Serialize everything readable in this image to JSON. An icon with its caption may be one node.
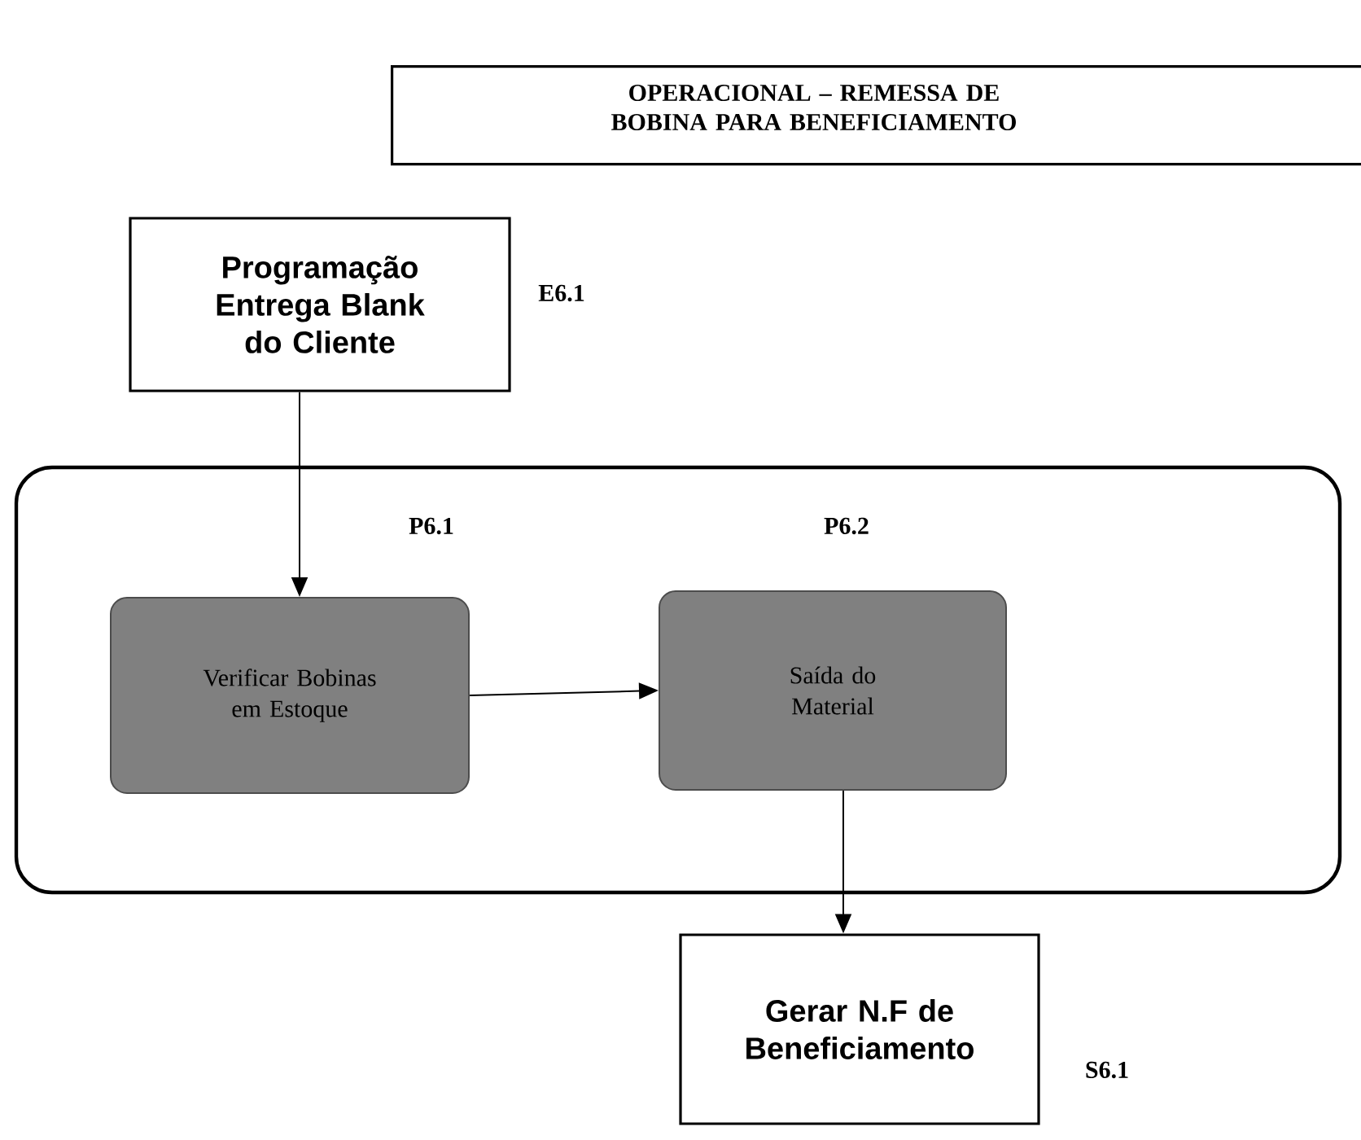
{
  "diagram": {
    "title": "OPERACIONAL – REMESSA DE BOBINA PARA BENEFICIAMENTO",
    "nodes": [
      {
        "text": [
          "Programação Entrega Blank do Cliente"
        ],
        "beside": [
          "E6.1"
        ]
      },
      {
        "text": [],
        "shape": "box"
      },
      {
        "text": [
          "Verificar Bobinas em Estoque"
        ],
        "in": 1,
        "beside": [
          "P6.1"
        ]
      },
      {
        "text": [
          "Saída do Material"
        ],
        "in": 1,
        "beside": [
          "P6.2"
        ]
      },
      {
        "text": [
          "Gerar N.F de Beneficiamento"
        ],
        "beside": [
          "S6.1"
        ]
      }
    ],
    "edges": [
      {
        "from": 0,
        "to": 2,
        "arrow": "to"
      },
      {
        "from": 2,
        "to": 3,
        "arrow": "to"
      },
      {
        "from": 3,
        "to": 4,
        "arrow": "to"
      }
    ]
  }
}
